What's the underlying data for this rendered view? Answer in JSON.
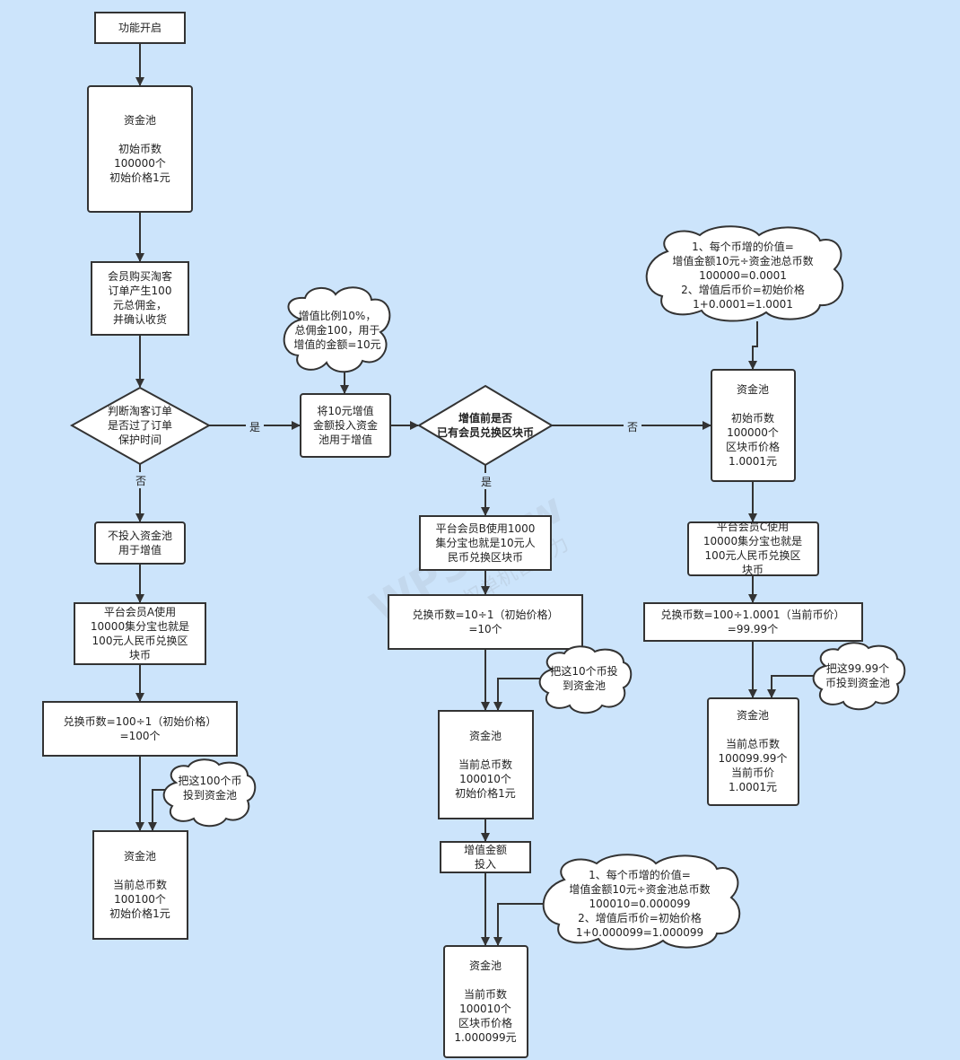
{
  "watermark": {
    "main": "WPSFlow",
    "sub": "WPS仅授权单机智能力"
  },
  "nodes": {
    "start": [
      "功能开启"
    ],
    "pool0": [
      "资金池",
      "",
      "初始币数",
      "100000个",
      "初始价格1元"
    ],
    "order": [
      "会员购买淘客",
      "订单产生100",
      "元总佣金，",
      "并确认收货"
    ],
    "judge": [
      "判断淘客订单",
      "是否过了订单",
      "保护时间"
    ],
    "invest10": [
      "将10元增值",
      "金额投入资金",
      "池用于增值"
    ],
    "ratioCloud": [
      "增值比例10%，",
      "总佣金100，用于",
      "增值的金额=10元"
    ],
    "before": [
      "增值前是否",
      "已有会员兑换区块币"
    ],
    "calcCloudTop": [
      "1、每个币增的价值=",
      "增值金额10元÷资金池总币数",
      "100000=0.0001",
      "2、增值后币价=初始价格",
      "1+0.0001=1.0001"
    ],
    "poolRight": [
      "资金池",
      "",
      "初始币数",
      "100000个",
      "区块币价格",
      "1.0001元"
    ],
    "memberC": [
      "平台会员C使用",
      "10000集分宝也就是",
      "100元人民币兑换区",
      "块币"
    ],
    "exchangeC": [
      "兑换币数=100÷1.0001（当前币价）",
      "=99.99个"
    ],
    "cloudC": [
      "把这99.99个",
      "币投到资金池"
    ],
    "poolC": [
      "资金池",
      "",
      "当前总币数",
      "100099.99个",
      "当前币价",
      "1.0001元"
    ],
    "noInvest": [
      "不投入资金池",
      "用于增值"
    ],
    "memberA": [
      "平台会员A使用",
      "10000集分宝也就是",
      "100元人民币兑换区",
      "块币"
    ],
    "exchangeA": [
      "兑换币数=100÷1（初始价格）",
      "=100个"
    ],
    "cloudA": [
      "把这100个币",
      "投到资金池"
    ],
    "poolA": [
      "资金池",
      "",
      "当前总币数",
      "100100个",
      "初始价格1元"
    ],
    "memberB": [
      "平台会员B使用1000",
      "集分宝也就是10元人",
      "民币兑换区块币"
    ],
    "exchangeB": [
      "兑换币数=10÷1（初始价格）",
      "=10个"
    ],
    "cloudB": [
      "把这10个币投",
      "到资金池"
    ],
    "poolB": [
      "资金池",
      "",
      "当前总币数",
      "100010个",
      "初始价格1元"
    ],
    "investAmt": [
      "增值金额",
      "投入"
    ],
    "calcCloudBottom": [
      "1、每个币增的价值=",
      "增值金额10元÷资金池总币数",
      "100010=0.000099",
      "2、增值后币价=初始价格",
      "1+0.000099=1.000099"
    ],
    "poolFinal": [
      "资金池",
      "",
      "当前币数",
      "100010个",
      "区块币价格",
      "1.000099元"
    ]
  },
  "edge_labels": {
    "judge_yes": "是",
    "judge_no": "否",
    "before_no": "否",
    "before_yes": "是"
  }
}
